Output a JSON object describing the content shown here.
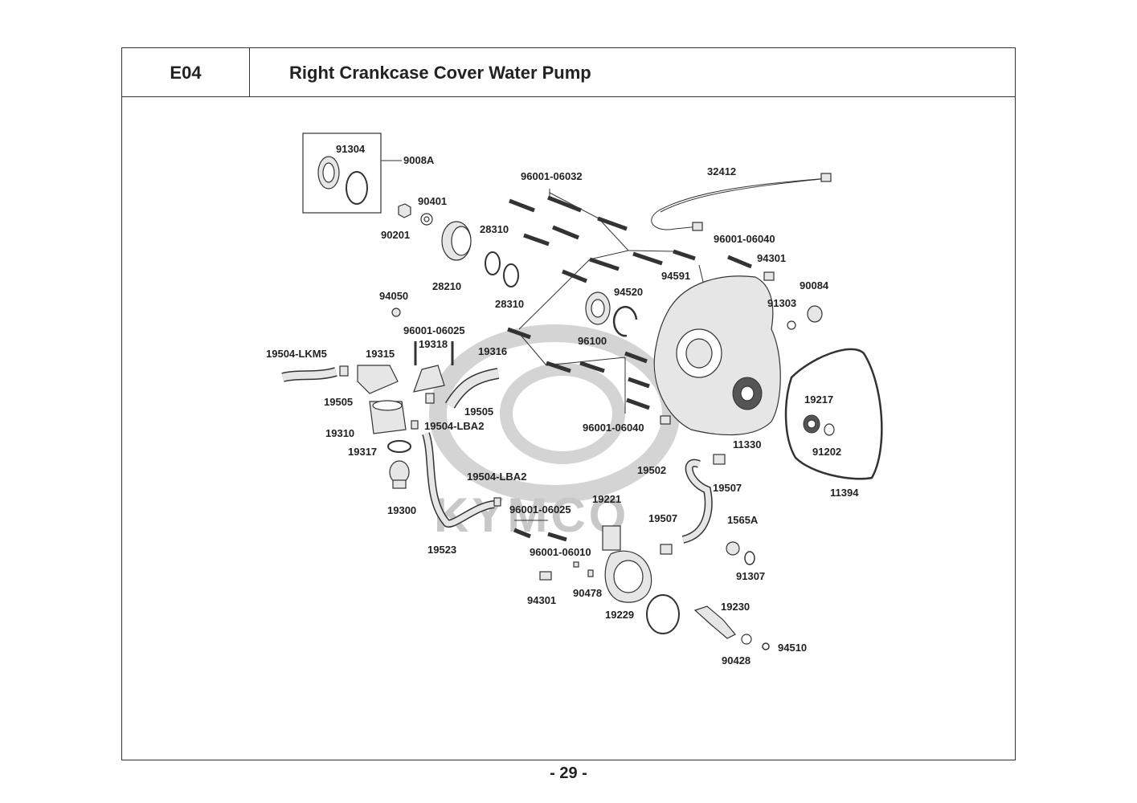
{
  "header": {
    "section_code": "E04",
    "title": "Right Crankcase Cover  Water Pump"
  },
  "page_number": "- 29 -",
  "watermark": "KYMCO",
  "labels": {
    "p91304": "91304",
    "p9008A": "9008A",
    "p90401": "90401",
    "p90201": "90201",
    "p28310a": "28310",
    "p28210": "28210",
    "p28310b": "28310",
    "p96001_06032": "96001-06032",
    "p32412": "32412",
    "p96001_06040a": "96001-06040",
    "p94301a": "94301",
    "p94591": "94591",
    "p94520": "94520",
    "p90084": "90084",
    "p91303": "91303",
    "p94050": "94050",
    "p96100": "96100",
    "p96001_06025a": "96001-06025",
    "p19318": "19318",
    "p19316": "19316",
    "p19504_LKM5": "19504-LKM5",
    "p19315": "19315",
    "p19505a": "19505",
    "p19505b": "19505",
    "p19504_LBA2a": "19504-LBA2",
    "p19310": "19310",
    "p19317": "19317",
    "p96001_06040b": "96001-06040",
    "p11330": "11330",
    "p19217": "19217",
    "p91202": "91202",
    "p11394": "11394",
    "p19502": "19502",
    "p19507a": "19507",
    "p19504_LBA2b": "19504-LBA2",
    "p19300": "19300",
    "p19221": "19221",
    "p96001_06025b": "96001-06025",
    "p19507b": "19507",
    "p1565A": "1565A",
    "p19523": "19523",
    "p96001_06010": "96001-06010",
    "p91307": "91307",
    "p94301b": "94301",
    "p90478": "90478",
    "p19229": "19229",
    "p19230": "19230",
    "p94510": "94510",
    "p90428": "90428"
  }
}
